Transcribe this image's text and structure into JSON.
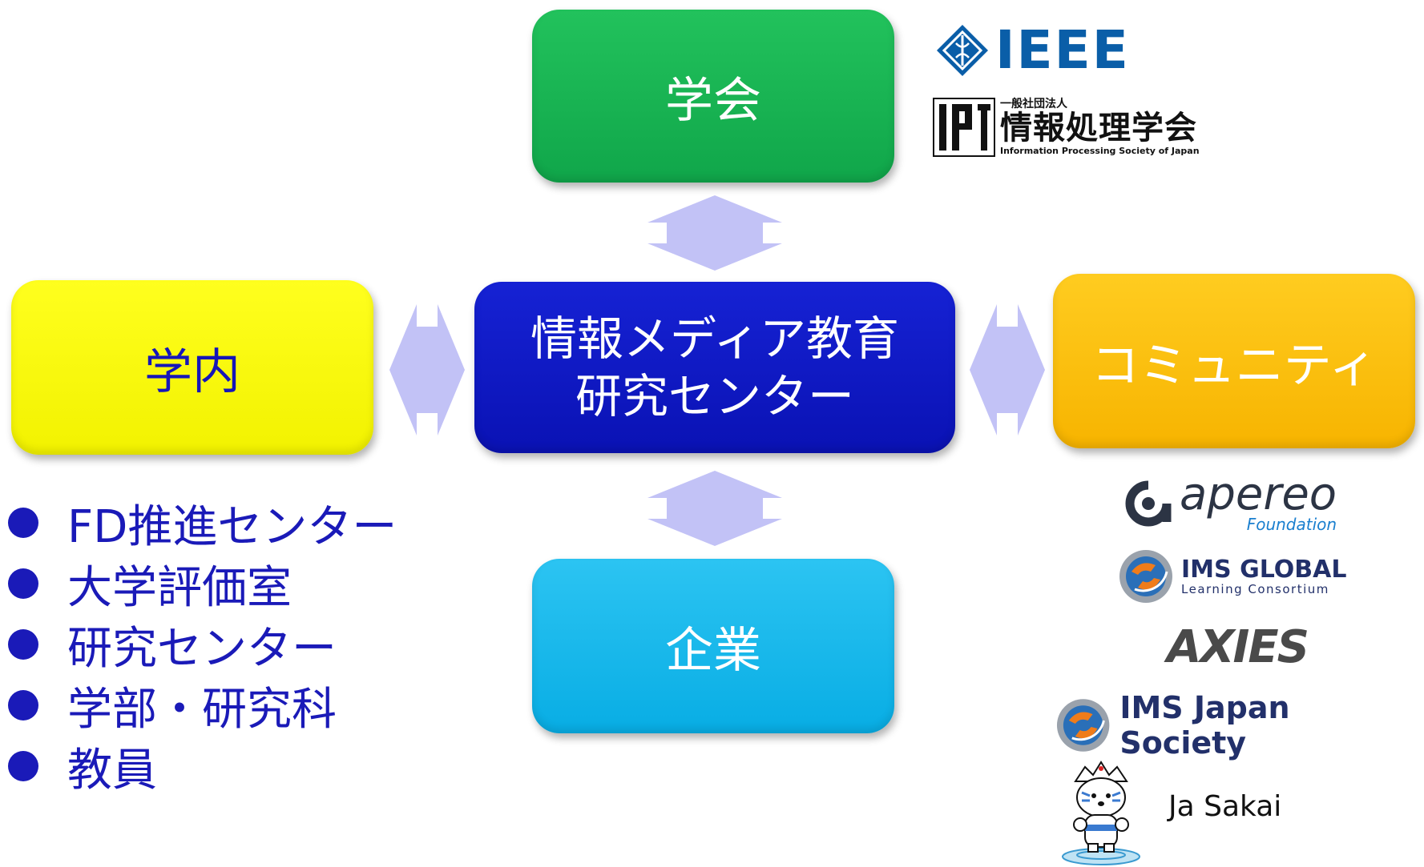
{
  "boxes": {
    "gakkai": "学会",
    "center_line1": "情報メディア教育",
    "center_line2": "研究センター",
    "gakunai": "学内",
    "community": "コミュニティ",
    "kigyo": "企業"
  },
  "internal_list": [
    "FD推進センター",
    "大学評価室",
    "研究センター",
    "学部・研究科",
    "教員"
  ],
  "logos": {
    "ieee": "IEEE",
    "ipsj_small": "一般社団法人",
    "ipsj_name": "情報処理学会",
    "ipsj_english": "Information Processing Society of Japan",
    "apereo_name": "apereo",
    "apereo_sub": "Foundation",
    "ims_global_name": "IMS GLOBAL",
    "ims_global_sub": "Learning Consortium",
    "axies": "AXIES",
    "ims_japan": "IMS Japan Society",
    "ja_sakai": "Ja Sakai"
  },
  "colors": {
    "arrow": "#c2c2f6",
    "gakkai": "#14b050",
    "center": "#0c16c4",
    "gakunai": "#f8f800",
    "community": "#fcbe0a",
    "kigyo": "#10b4ea",
    "list_text": "#1a1ab8"
  }
}
